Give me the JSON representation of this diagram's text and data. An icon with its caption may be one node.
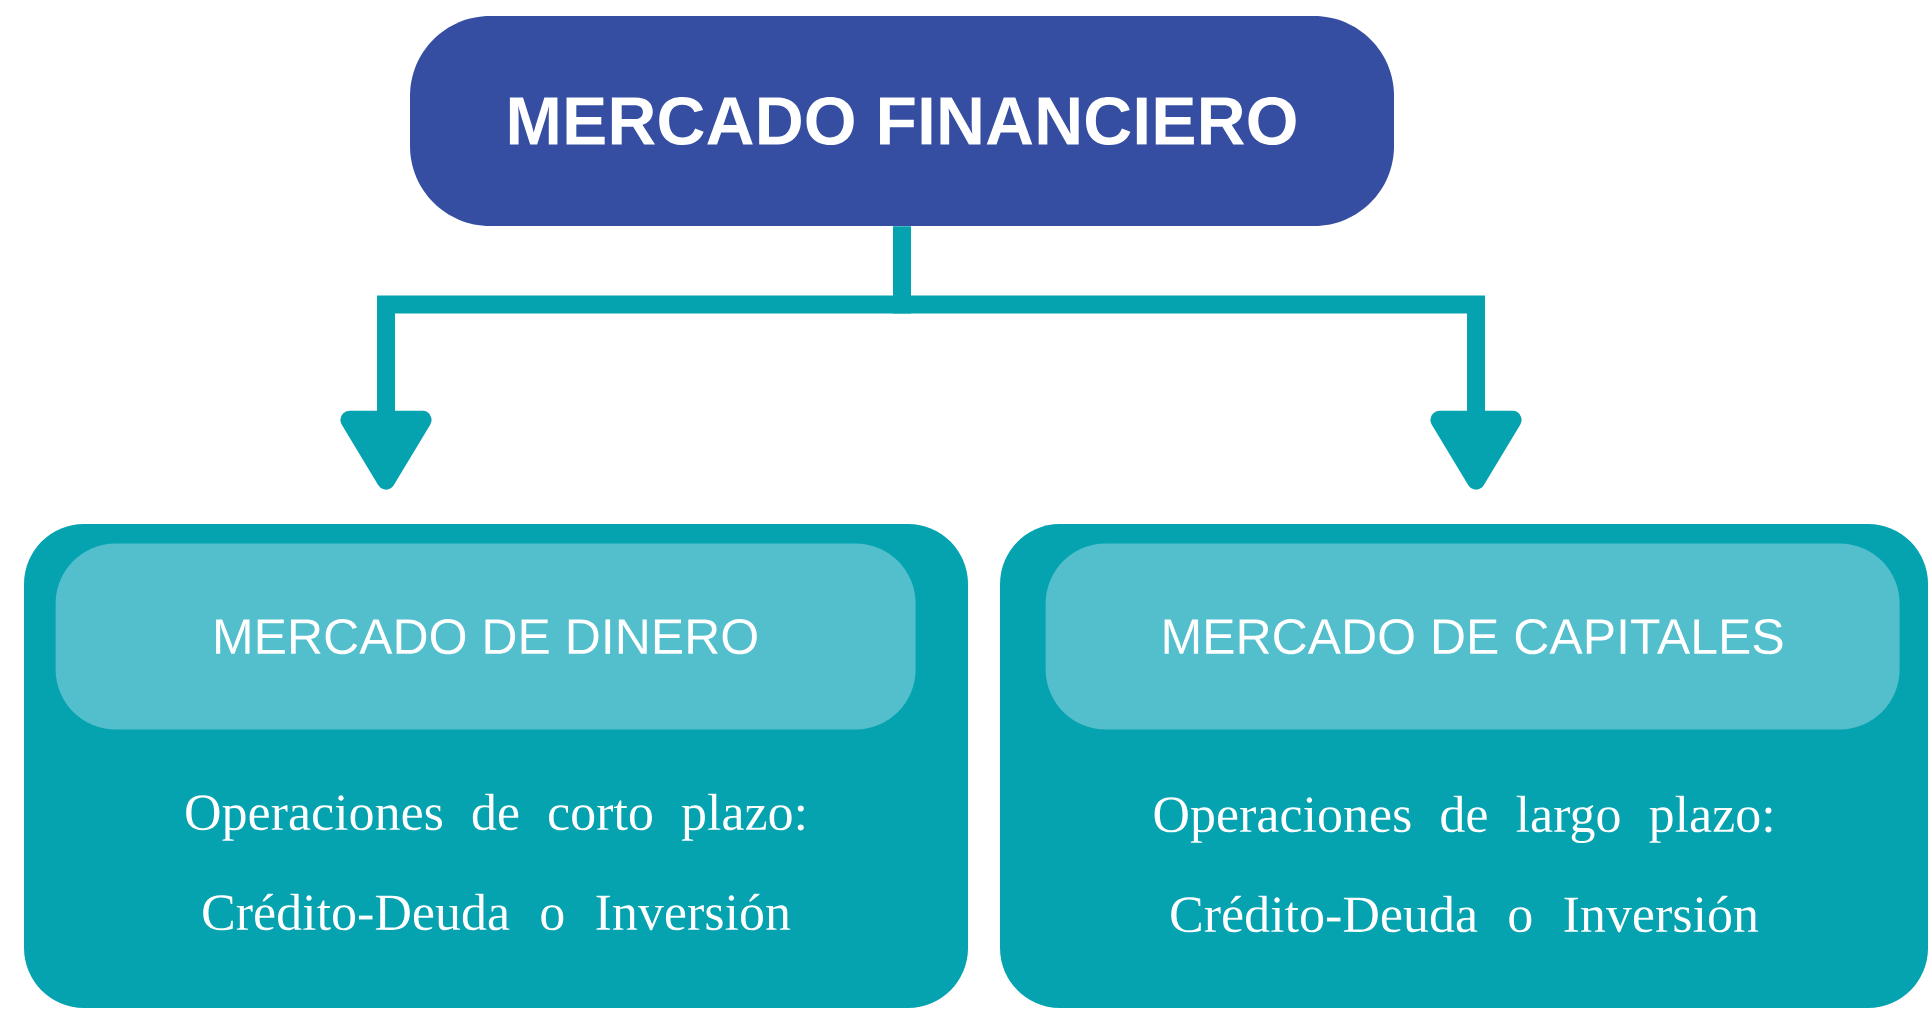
{
  "diagram": {
    "nodes": [
      {
        "text": [
          "MERCADO FINANCIERO"
        ]
      },
      {
        "text": [
          "Operaciones de corto plazo: Crédito-Deuda o Inversión"
        ]
      },
      {
        "text": [
          "MERCADO DE DINERO"
        ],
        "in": 1
      },
      {
        "text": [
          "Operaciones de largo plazo: Crédito-Deuda o Inversión"
        ]
      },
      {
        "text": [
          "MERCADO DE CAPITALES"
        ],
        "in": 3
      }
    ],
    "edges": [
      {
        "from": 0,
        "to": 1,
        "arrow": "to"
      },
      {
        "from": 0,
        "to": 3,
        "arrow": "to"
      }
    ]
  }
}
